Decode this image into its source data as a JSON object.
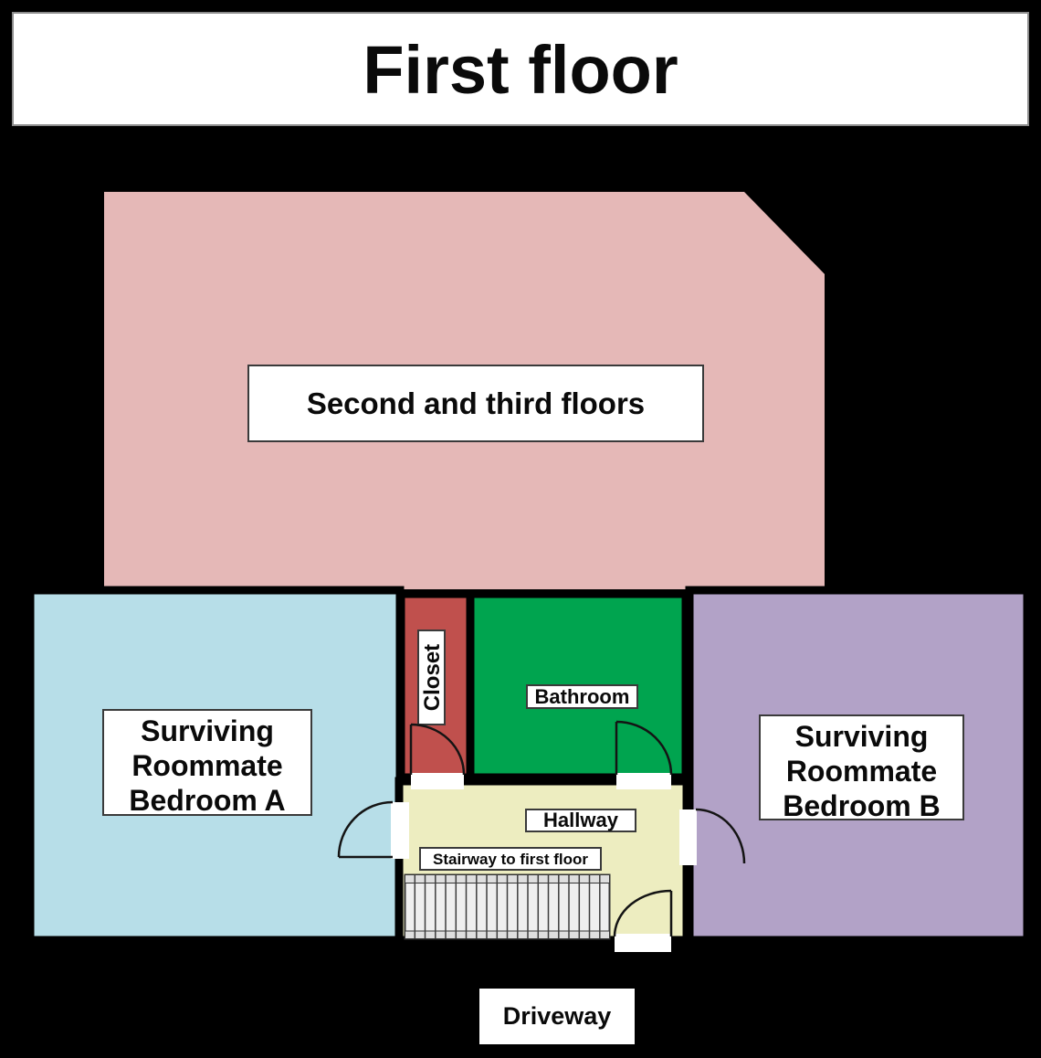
{
  "title": {
    "text": "First floor"
  },
  "colors": {
    "background": "#000000",
    "title_bg": "#ffffff",
    "upper_floors": "#E5B8B7",
    "bedroom_a": "#B7DEE8",
    "closet": "#C0504D",
    "bathroom": "#00A44F",
    "bedroom_b": "#B2A2C7",
    "hallway": "#EDEDC0",
    "stair_fill": "#EFEFEF",
    "stair_band": "#DEDEDE"
  },
  "rooms": {
    "upper_floors": {
      "label": "Second and third floors"
    },
    "bedroom_a": {
      "lines": [
        "Surviving",
        "Roommate",
        "Bedroom A"
      ]
    },
    "closet": {
      "label": "Closet"
    },
    "bathroom": {
      "label": "Bathroom"
    },
    "bedroom_b": {
      "lines": [
        "Surviving",
        "Roommate",
        "Bedroom B"
      ]
    },
    "hallway": {
      "label": "Hallway"
    },
    "stairway": {
      "label": "Stairway to first floor"
    },
    "driveway": {
      "label": "Driveway"
    }
  }
}
